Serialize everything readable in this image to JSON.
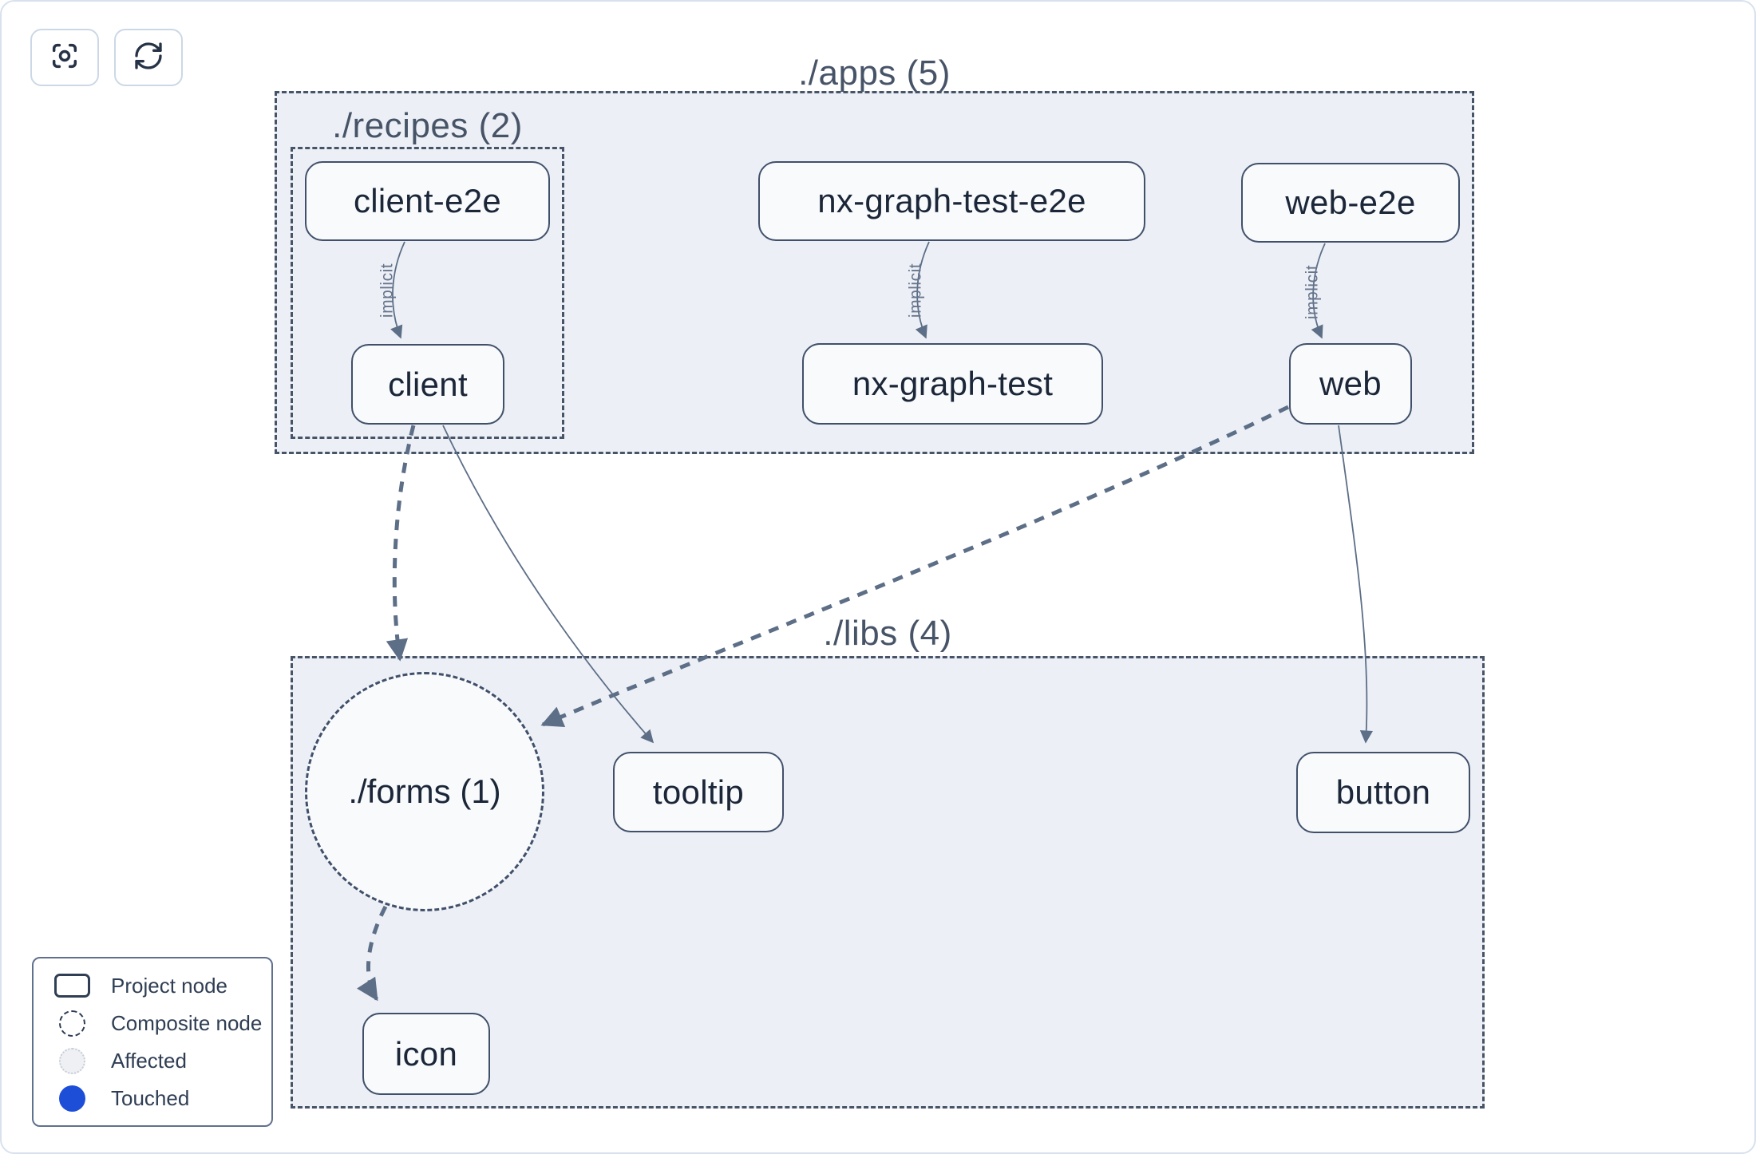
{
  "colors": {
    "background": "#ffffff",
    "card_border": "#d8e1ed",
    "group_fill": "#ecf0f6",
    "group_border": "#475467",
    "node_fill": "#f8fafc",
    "node_border": "#41506a",
    "node_text": "#1b2638",
    "edge": "#5d6e87",
    "edge_label": "#67758c",
    "touched_blue": "#1d4ed8",
    "affected_fill": "#eef0f4"
  },
  "toolbar": {
    "buttons": [
      {
        "id": "focus",
        "icon": "focus-crosshair-icon"
      },
      {
        "id": "refresh",
        "icon": "refresh-icon"
      }
    ]
  },
  "groups": {
    "apps": {
      "label": "./apps (5)",
      "count": 5
    },
    "recipes": {
      "label": "./recipes (2)",
      "count": 2,
      "parent": "apps"
    },
    "libs": {
      "label": "./libs (4)",
      "count": 4
    }
  },
  "nodes": {
    "client_e2e": {
      "label": "client-e2e",
      "type": "project",
      "group": "recipes"
    },
    "client": {
      "label": "client",
      "type": "project",
      "group": "recipes"
    },
    "nx_graph_test_e2e": {
      "label": "nx-graph-test-e2e",
      "type": "project",
      "group": "apps"
    },
    "nx_graph_test": {
      "label": "nx-graph-test",
      "type": "project",
      "group": "apps"
    },
    "web_e2e": {
      "label": "web-e2e",
      "type": "project",
      "group": "apps"
    },
    "web": {
      "label": "web",
      "type": "project",
      "group": "apps"
    },
    "forms": {
      "label": "./forms (1)",
      "type": "composite",
      "group": "libs",
      "count": 1
    },
    "tooltip": {
      "label": "tooltip",
      "type": "project",
      "group": "libs"
    },
    "button": {
      "label": "button",
      "type": "project",
      "group": "libs"
    },
    "icon": {
      "label": "icon",
      "type": "project",
      "group": "libs"
    }
  },
  "edges": {
    "implicit_label": "implicit",
    "list": [
      {
        "from": "client-e2e",
        "to": "client",
        "style": "thin-curved",
        "label": "implicit"
      },
      {
        "from": "nx-graph-test-e2e",
        "to": "nx-graph-test",
        "style": "thin-curved",
        "label": "implicit"
      },
      {
        "from": "web-e2e",
        "to": "web",
        "style": "thin-curved",
        "label": "implicit"
      },
      {
        "from": "client",
        "to": "./forms (1)",
        "style": "thick-dashed"
      },
      {
        "from": "client",
        "to": "tooltip",
        "style": "thin-solid"
      },
      {
        "from": "web",
        "to": "./forms (1)",
        "style": "thick-dashed"
      },
      {
        "from": "web",
        "to": "button",
        "style": "thin-solid"
      },
      {
        "from": "./forms (1)",
        "to": "icon",
        "style": "thick-dashed"
      }
    ]
  },
  "legend": {
    "items": [
      {
        "label": "Project node",
        "swatch": "project-rect"
      },
      {
        "label": "Composite node",
        "swatch": "composite-dashed-circle"
      },
      {
        "label": "Affected",
        "swatch": "affected-circle"
      },
      {
        "label": "Touched",
        "swatch": "touched-circle"
      }
    ]
  }
}
